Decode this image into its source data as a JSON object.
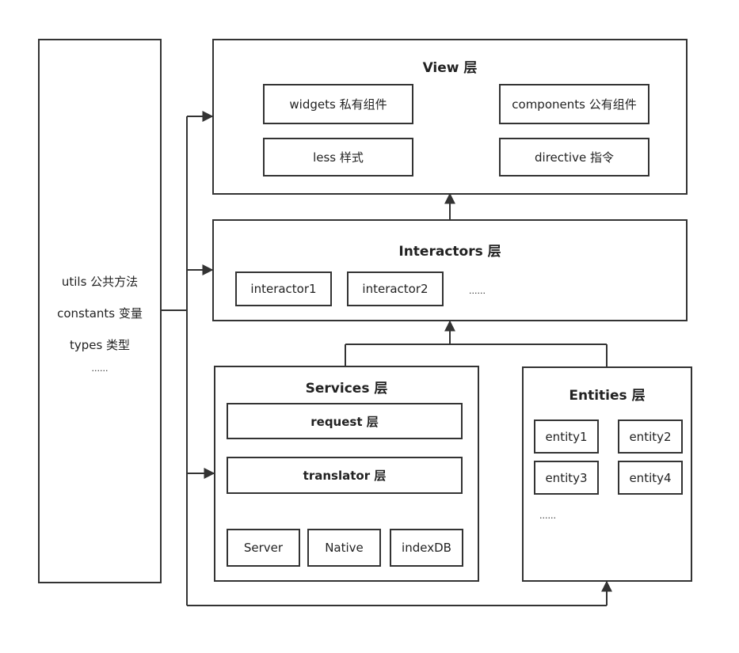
{
  "utils": {
    "items": [
      "utils 公共方法",
      "constants 变量",
      "types 类型"
    ],
    "more": "......"
  },
  "view": {
    "title": "View 层",
    "widgets": "widgets 私有组件",
    "components": "components 公有组件",
    "less": "less 样式",
    "directive": "directive 指令"
  },
  "interactors": {
    "title": "Interactors 层",
    "items": [
      "interactor1",
      "interactor2"
    ],
    "more": "......"
  },
  "services": {
    "title": "Services 层",
    "request": "request 层",
    "translator": "translator 层",
    "sources": [
      "Server",
      "Native",
      "indexDB"
    ]
  },
  "entities": {
    "title": "Entities 层",
    "items": [
      "entity1",
      "entity2",
      "entity3",
      "entity4"
    ],
    "more": "......"
  }
}
